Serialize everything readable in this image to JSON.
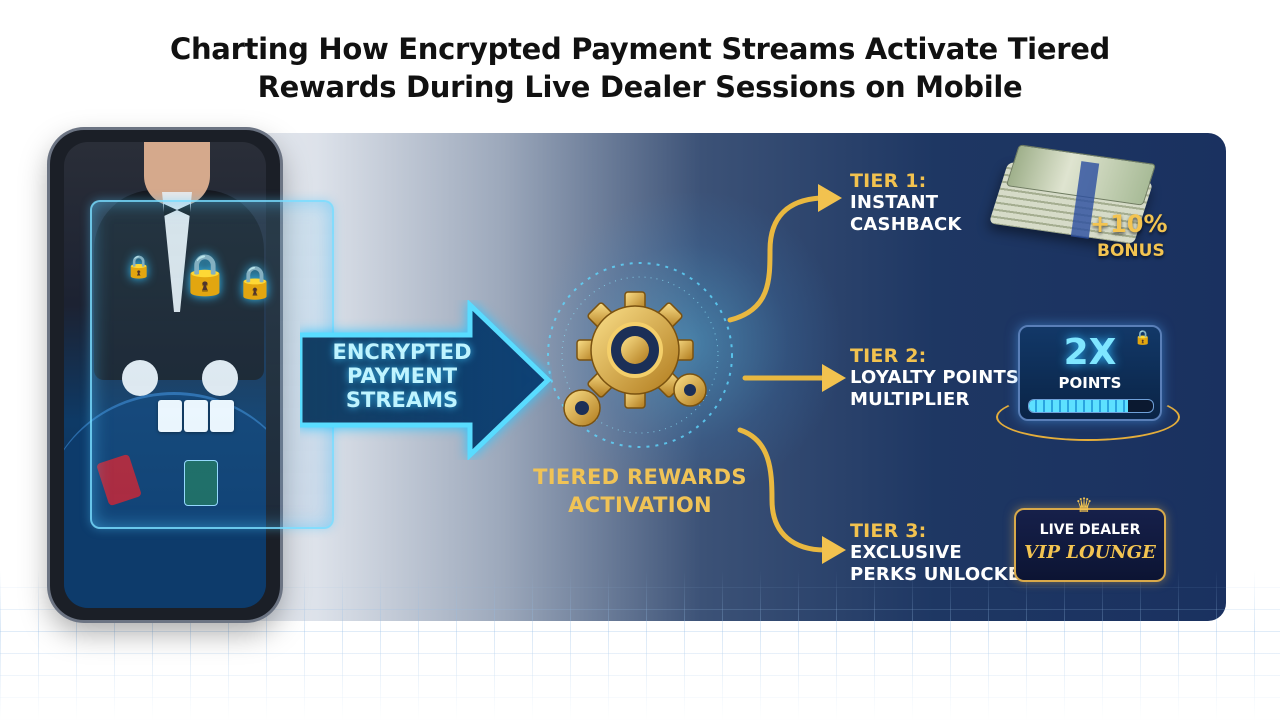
{
  "title": {
    "line1": "Charting How Encrypted Payment Streams Activate Tiered",
    "line2": "Rewards During Live Dealer Sessions on Mobile"
  },
  "flow": {
    "arrow_lines": [
      "ENCRYPTED",
      "PAYMENT",
      "STREAMS"
    ]
  },
  "hub": {
    "label_lines": [
      "TIERED REWARDS",
      "ACTIVATION"
    ],
    "icon": "gear-icon"
  },
  "tiers": [
    {
      "head": "TIER 1:",
      "lines": [
        "INSTANT",
        "CASHBACK"
      ],
      "badge": {
        "value": "+10%",
        "word": "BONUS"
      },
      "icon": "cash-stack-icon"
    },
    {
      "head": "TIER 2:",
      "lines": [
        "LOYALTY POINTS",
        "MULTIPLIER"
      ],
      "badge": {
        "value": "2X",
        "word": "POINTS",
        "progress": 0.8
      },
      "icon": "points-meter-icon"
    },
    {
      "head": "TIER 3:",
      "lines": [
        "EXCLUSIVE",
        "PERKS UNLOCKED"
      ],
      "badge": {
        "top": "LIVE DEALER",
        "bottom": "VIP LOUNGE"
      },
      "icon": "vip-crown-icon"
    }
  ],
  "colors": {
    "gold": "#f2c24f",
    "cyan": "#7fe6ff",
    "navy": "#1a3160"
  }
}
